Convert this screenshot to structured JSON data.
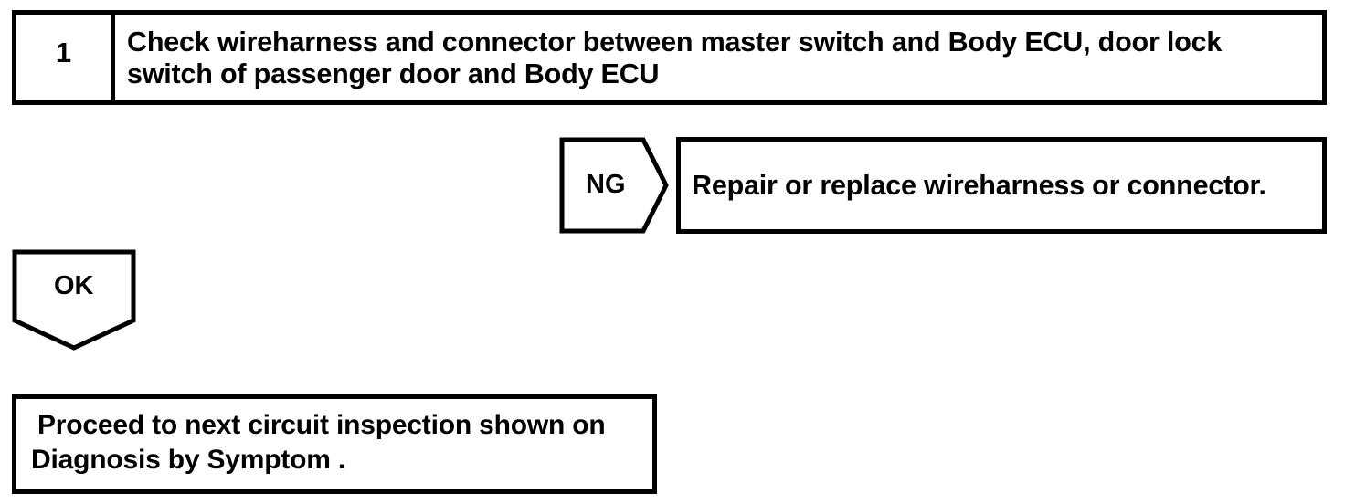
{
  "diagram": {
    "type": "troubleshooting-flowchart",
    "line_color": "#000000",
    "background_color": "#ffffff",
    "step": {
      "number": "1",
      "instruction": "Check wireharness and connector between master switch and Body ECU, door lock switch of passenger door and Body ECU",
      "instruction_line1": "Check wireharness and connector between master switch and Body ECU, door",
      "instruction_line2": "lock switch of passenger door and Body ECU"
    },
    "branch_ng": {
      "label": "NG",
      "result_text": "Repair or replace wireharness or connector."
    },
    "branch_ok": {
      "label": "OK",
      "result_line1": "Proceed to next circuit inspection shown on",
      "result_line2": "Diagnosis by Symptom ."
    }
  }
}
